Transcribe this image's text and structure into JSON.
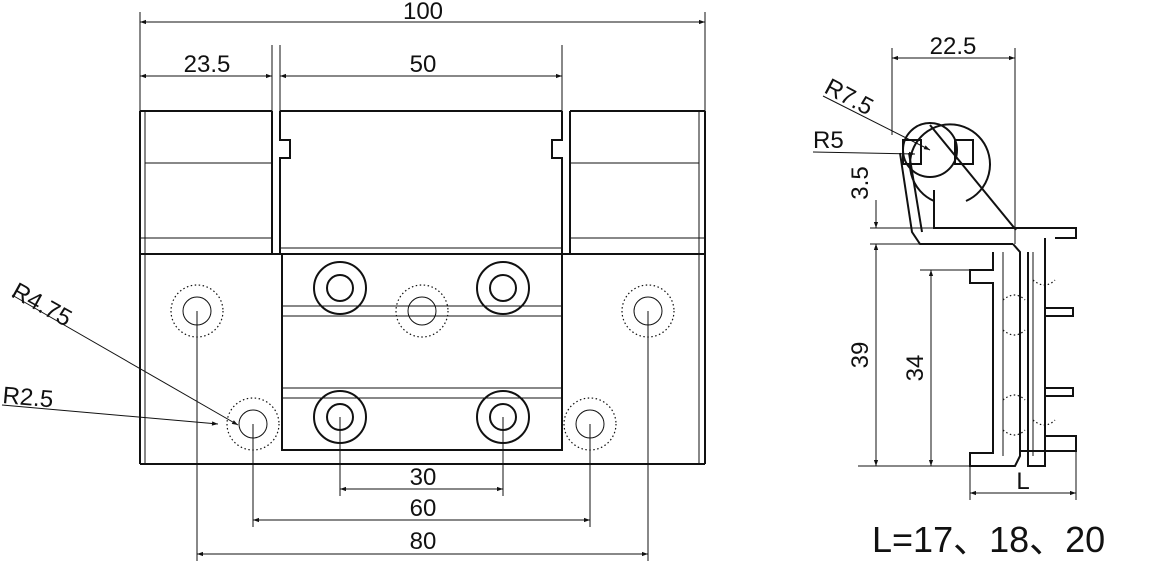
{
  "front_view": {
    "overall_width": "100",
    "left_leaf_width": "23.5",
    "middle_width": "50",
    "hole_spacing_inner": "30",
    "hole_spacing_middle": "60",
    "hole_spacing_outer": "80",
    "radius_countersink": "R4.75",
    "radius_hole": "R2.5"
  },
  "side_view": {
    "knuckle_width": "22.5",
    "radius_outer": "R7.5",
    "radius_inner": "R5",
    "offset": "3.5",
    "height_total": "39",
    "height_inner": "34",
    "length_symbol": "L"
  },
  "note": "L=17、18、20"
}
